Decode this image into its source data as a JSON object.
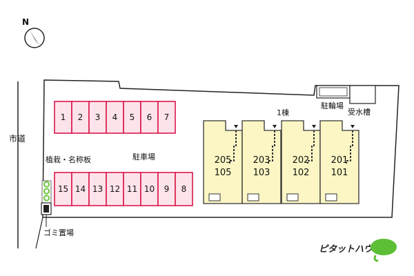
{
  "labels": {
    "road": "市道",
    "building": "1棟",
    "bicycle": "駐輪場",
    "water_tank": "受水槽",
    "parking": "駐車場",
    "planting": "植栽・名称板",
    "garbage": "ゴミ置場"
  },
  "parking": {
    "top_row": [
      "1",
      "2",
      "3",
      "4",
      "5",
      "6",
      "7"
    ],
    "bottom_row": [
      "15",
      "14",
      "13",
      "12",
      "11",
      "10",
      "9",
      "8"
    ]
  },
  "units": [
    {
      "upper": "205",
      "lower": "105"
    },
    {
      "upper": "203",
      "lower": "103"
    },
    {
      "upper": "202",
      "lower": "102"
    },
    {
      "upper": "201",
      "lower": "101"
    }
  ],
  "compass": {
    "north": "N"
  },
  "logo": {
    "text": "ピタットハウス"
  },
  "colors": {
    "parking_fill": "#fde3ea",
    "parking_stroke": "#d9184a",
    "unit_fill": "#fbf6c4",
    "planting_green": "#6cc63a",
    "logo_green": "#5cbf35"
  }
}
